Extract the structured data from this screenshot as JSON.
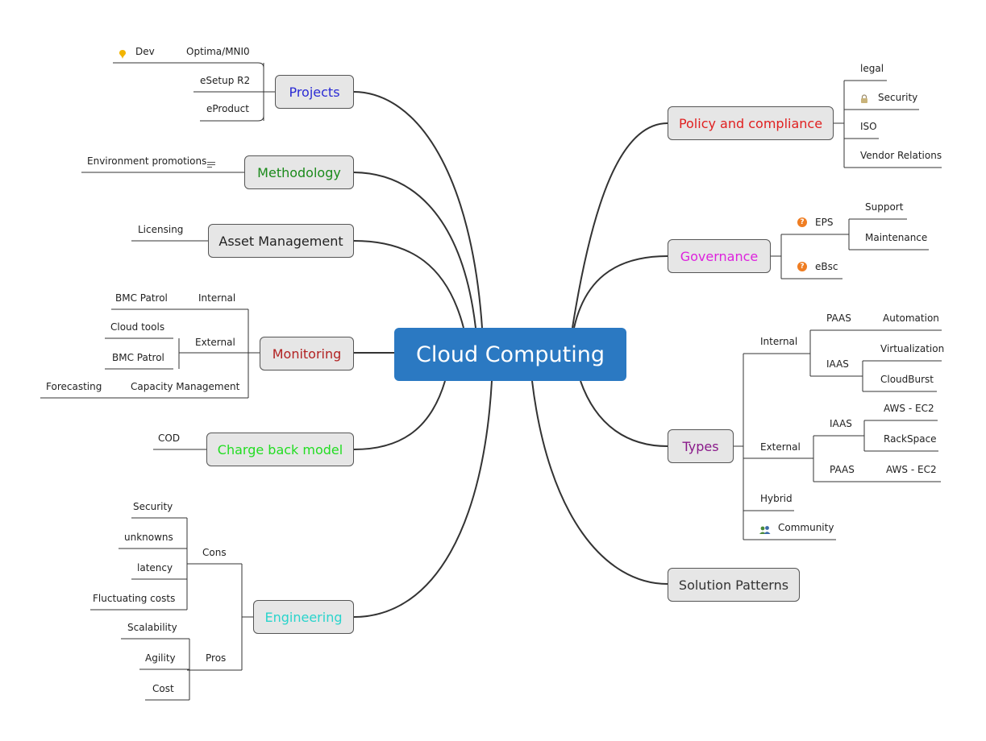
{
  "central": "Cloud Computing",
  "left": {
    "projects": {
      "label": "Projects",
      "color": "#2a2ad4",
      "items": [
        "Optima/MNI0",
        "Dev",
        "eSetup R2",
        "eProduct"
      ]
    },
    "methodology": {
      "label": "Methodology",
      "color": "#1b8a1b",
      "items": [
        "Environment promotions"
      ]
    },
    "asset": {
      "label": "Asset Management",
      "color": "#222222",
      "items": [
        "Licensing"
      ]
    },
    "monitoring": {
      "label": "Monitoring",
      "color": "#b22222",
      "internal": "Internal",
      "internal_items": [
        "BMC Patrol"
      ],
      "external": "External",
      "external_items": [
        "Cloud tools",
        "BMC Patrol"
      ],
      "capacity": "Capacity Management",
      "capacity_items": [
        "Forecasting"
      ]
    },
    "chargeback": {
      "label": "Charge back model",
      "color": "#22dd22",
      "items": [
        "COD"
      ]
    },
    "engineering": {
      "label": "Engineering",
      "color": "#2ad4cc",
      "cons": "Cons",
      "cons_items": [
        "Security",
        "unknowns",
        "latency",
        "Fluctuating costs"
      ],
      "pros": "Pros",
      "pros_items": [
        "Scalability",
        "Agility",
        "Cost"
      ]
    }
  },
  "right": {
    "policy": {
      "label": "Policy and compliance",
      "color": "#e02020",
      "items": [
        "legal",
        "Security",
        "ISO",
        "Vendor Relations"
      ]
    },
    "governance": {
      "label": "Governance",
      "color": "#dd22dd",
      "eps": "EPS",
      "eps_items": [
        "Support",
        "Maintenance"
      ],
      "ebsc": "eBsc"
    },
    "types": {
      "label": "Types",
      "color": "#8a1a8a",
      "internal": "Internal",
      "internal_paas": "PAAS",
      "internal_paas_items": [
        "Automation"
      ],
      "internal_iaas": "IAAS",
      "internal_iaas_items": [
        "Virtualization",
        "CloudBurst"
      ],
      "external": "External",
      "external_iaas": "IAAS",
      "external_iaas_items": [
        "AWS - EC2",
        "RackSpace"
      ],
      "external_paas": "PAAS",
      "external_paas_items": [
        "AWS - EC2"
      ],
      "hybrid": "Hybrid",
      "community": "Community"
    },
    "solution": {
      "label": "Solution Patterns",
      "color": "#333333"
    }
  },
  "icons": [
    "pin-icon",
    "notes-icon",
    "lock-icon",
    "question-icon",
    "people-icon"
  ]
}
